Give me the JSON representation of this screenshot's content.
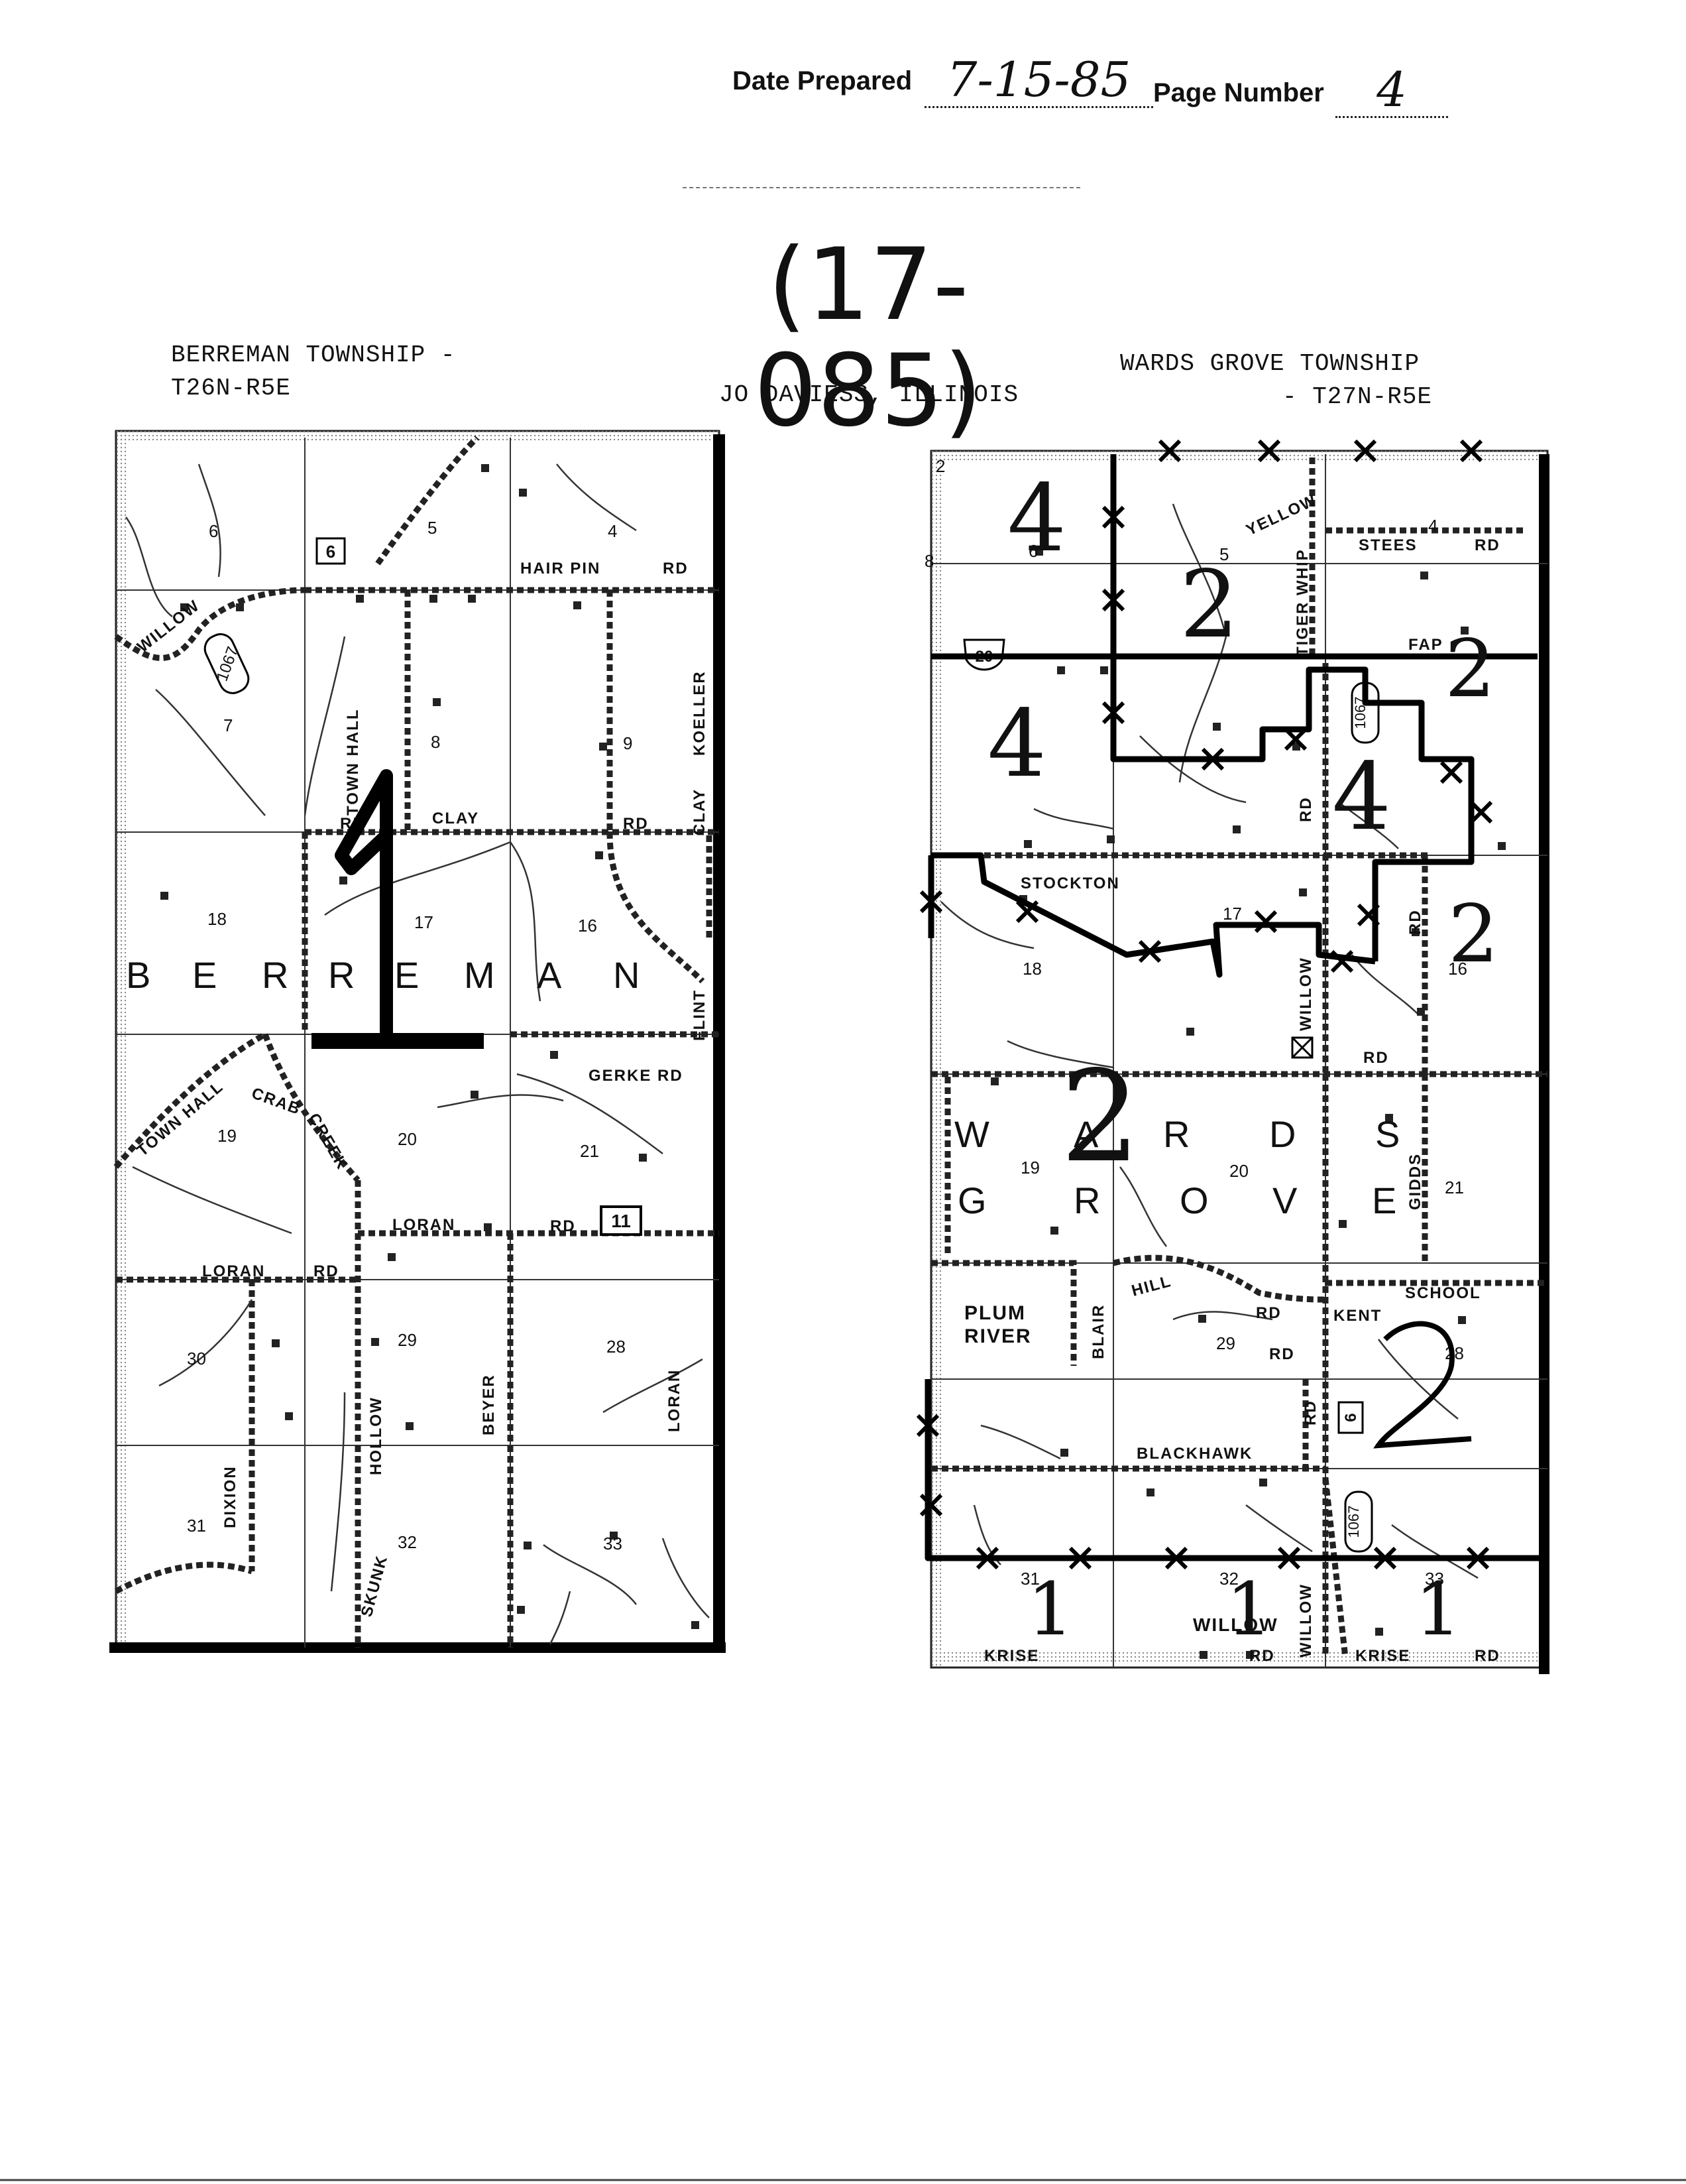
{
  "header": {
    "date_label": "Date Prepared",
    "date_value": "7-15-85",
    "page_label": "Page Number",
    "page_value": "4",
    "code": "(17-085)"
  },
  "titles": {
    "left_line1": "BERREMAN TOWNSHIP -",
    "left_line2": "T26N-R5E",
    "center": "JO DAVIESS, ILLINOIS",
    "right_line1": "WARDS GROVE TOWNSHIP",
    "right_line2": "- T27N-R5E"
  },
  "left_map": {
    "sections": [
      "6",
      "5",
      "4",
      "7",
      "8",
      "9",
      "18",
      "17",
      "16",
      "19",
      "20",
      "21",
      "30",
      "29",
      "28",
      "31",
      "32",
      "33"
    ],
    "township_letters": [
      "B",
      "E",
      "R",
      "R",
      "E",
      "M",
      "A",
      "N"
    ],
    "roads": {
      "hair_pin": "HAIR PIN",
      "willow": "WILLOW",
      "town_hall_v": "TOWN HALL",
      "koeller": "KOELLER",
      "clay": "CLAY",
      "clay_v": "CLAY",
      "flint": "FLINT",
      "gerke": "GERKE RD",
      "town_hall": "TOWN HALL",
      "crab_creek_1": "CRAB",
      "crab_creek_2": "CREEK",
      "loran": "LORAN",
      "loran_2": "LORAN",
      "loran_v": "LORAN",
      "dixion": "DIXION",
      "hollow": "HOLLOW",
      "skunk": "SKUNK",
      "beyer": "BEYER",
      "rd": "RD"
    },
    "shields": {
      "route_1067": "1067",
      "route_6": "6",
      "route_11": "11"
    },
    "handwritten_zone": "1"
  },
  "right_map": {
    "sections": [
      "2",
      "8",
      "6",
      "5",
      "4",
      "18",
      "17",
      "16",
      "19",
      "20",
      "21",
      "29",
      "28",
      "31",
      "32",
      "33"
    ],
    "township_letters": [
      "W",
      "A",
      "R",
      "D",
      "S",
      "G",
      "R",
      "O",
      "V",
      "E"
    ],
    "roads": {
      "stees": "STEES",
      "tiger_whip": "TIGER WHIP",
      "fap": "FAP",
      "yellow": "YELLOW",
      "stockton": "STOCKTON",
      "willow_v": "WILLOW",
      "gidds": "GIDDS",
      "plum_river_1": "PLUM",
      "plum_river_2": "RIVER",
      "blair": "BLAIR",
      "hill": "HILL",
      "school": "SCHOOL",
      "kent": "KENT",
      "blackhawk": "BLACKHAWK",
      "krise": "KRISE",
      "willow": "WILLOW",
      "rd": "RD"
    },
    "shields": {
      "route_20": "20",
      "route_1067": "1067",
      "route_6": "6",
      "route_1067b": "1067"
    },
    "handwritten_zones": [
      "4",
      "2",
      "4",
      "4",
      "2",
      "2",
      "2",
      "1",
      "1",
      "1"
    ]
  }
}
